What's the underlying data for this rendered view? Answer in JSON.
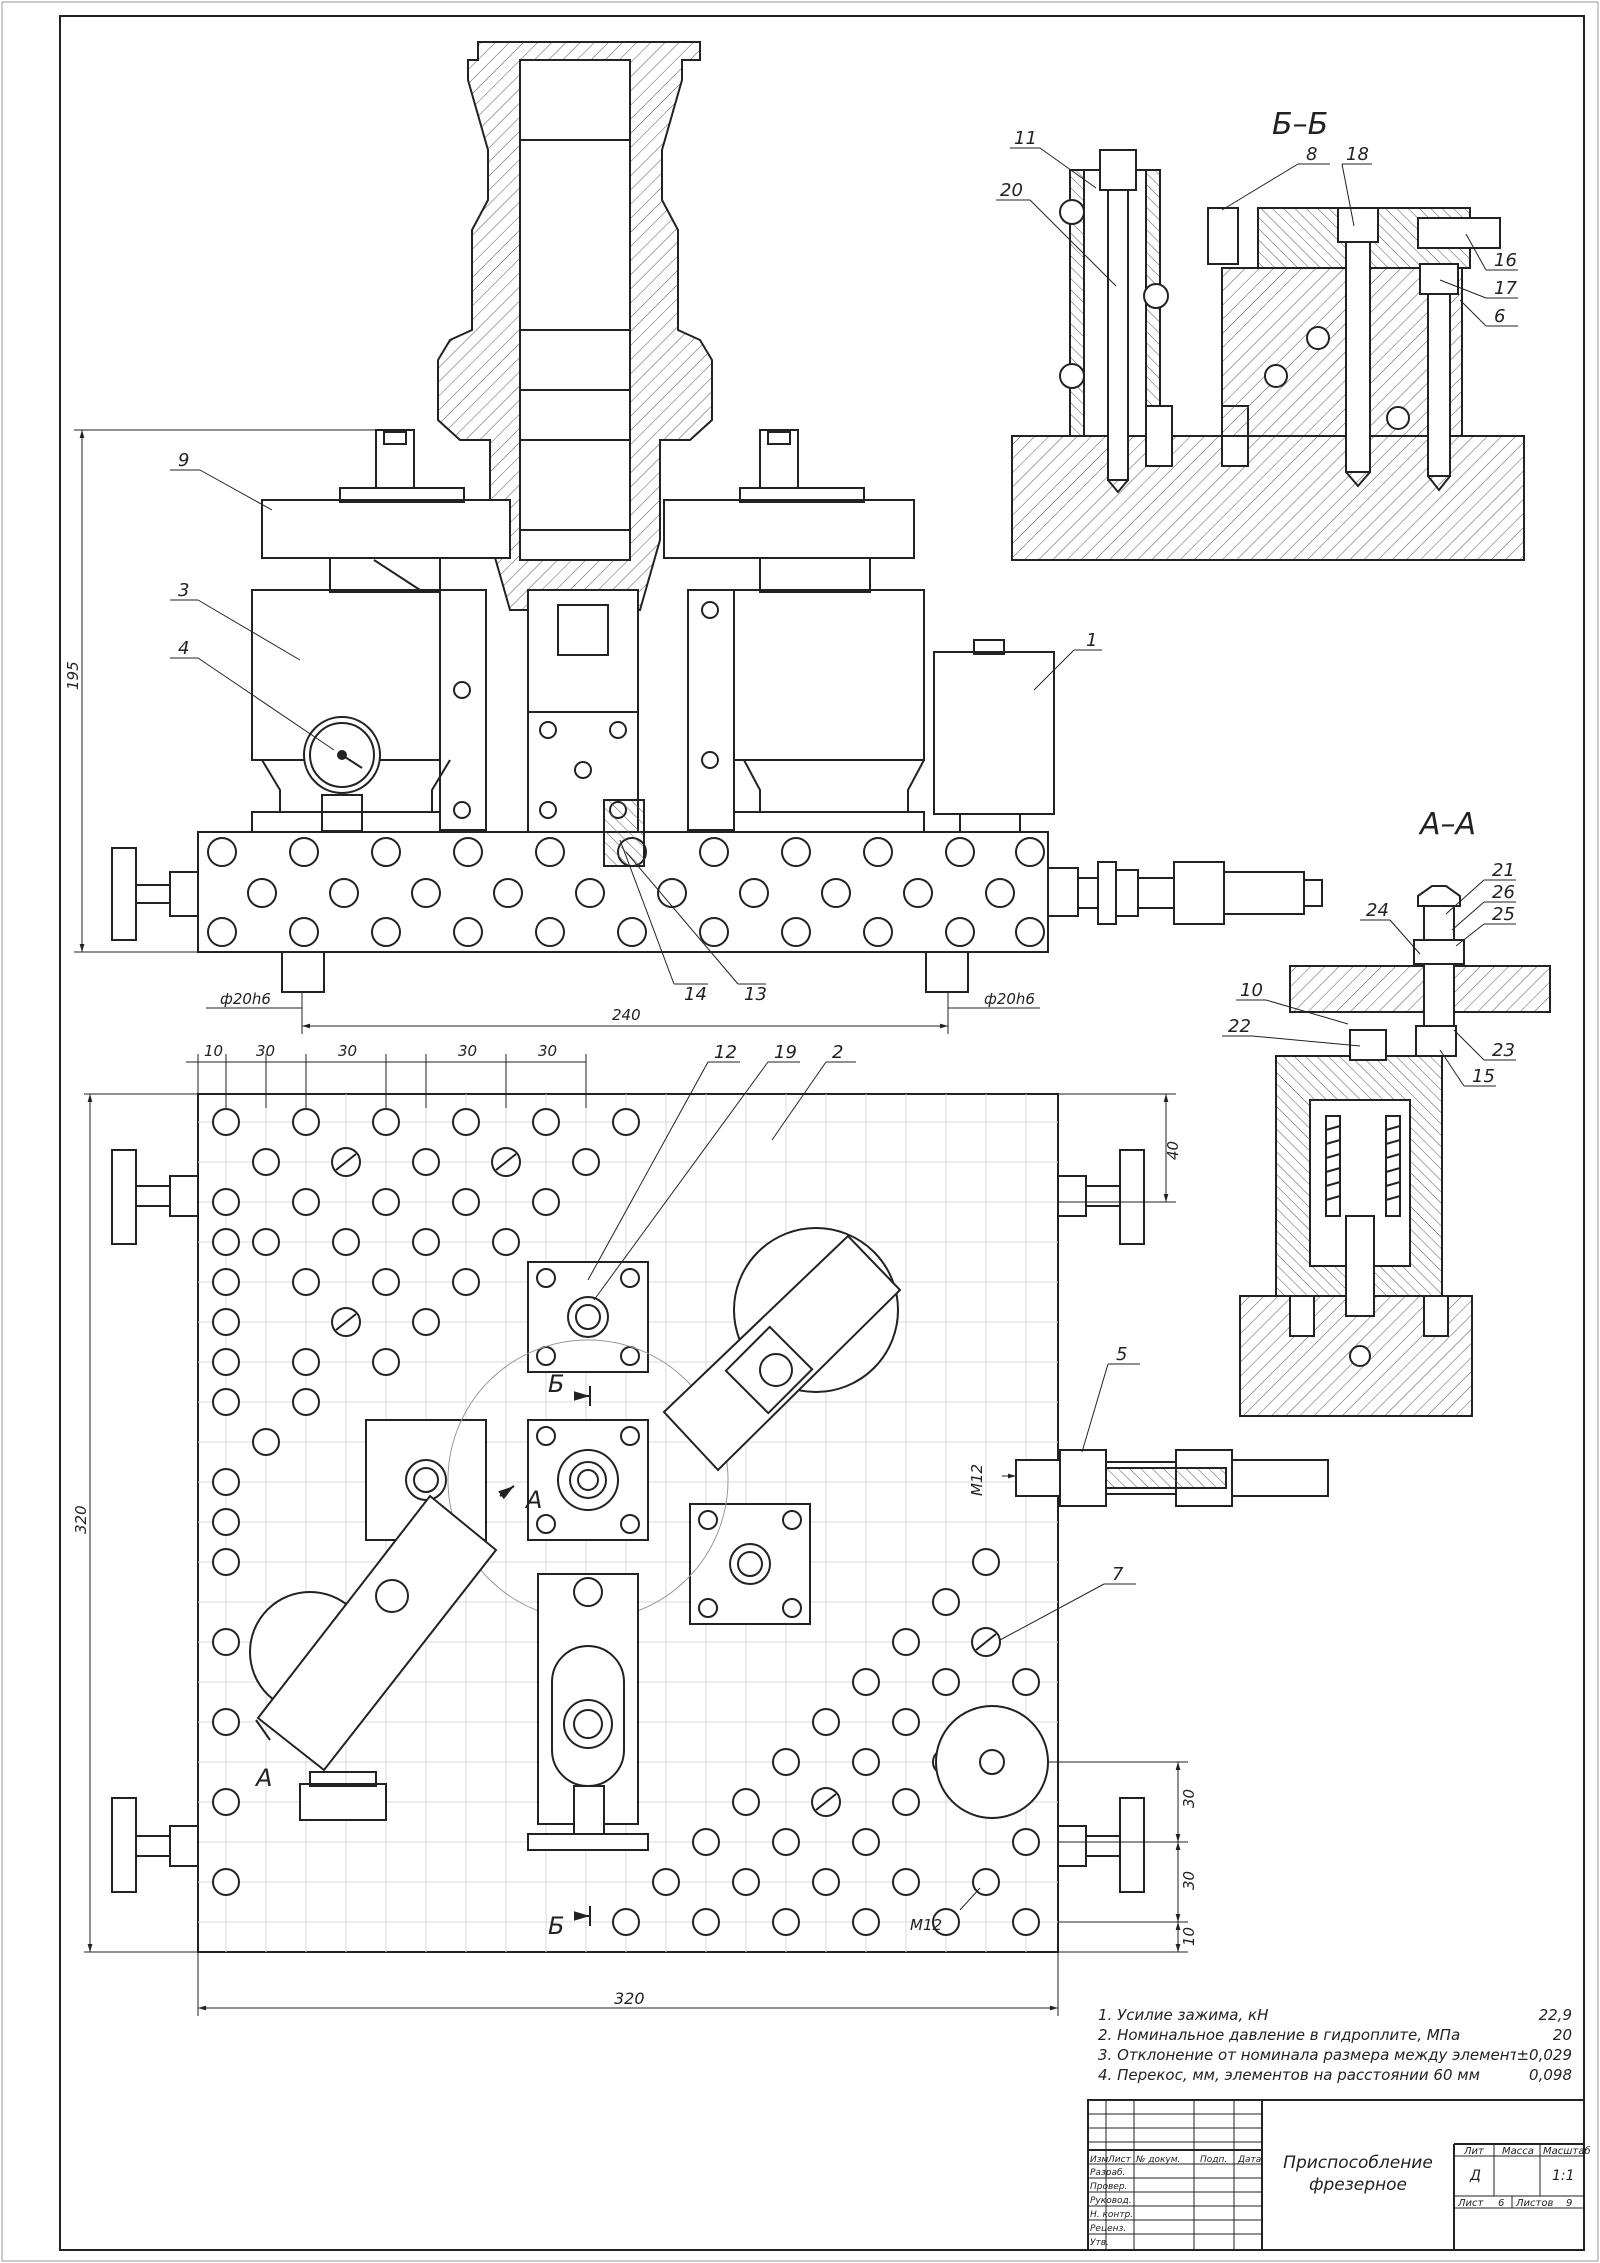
{
  "views": {
    "section_bb": "Б–Б",
    "section_aa": "А–А"
  },
  "callouts_main": [
    "9",
    "3",
    "4",
    "1",
    "14",
    "13",
    "12",
    "19",
    "2",
    "5",
    "7"
  ],
  "callouts_bb": [
    "11",
    "20",
    "8",
    "18",
    "16",
    "17",
    "6"
  ],
  "callouts_aa": [
    "24",
    "21",
    "26",
    "25",
    "10",
    "22",
    "23",
    "15"
  ],
  "dimensions": {
    "height_195": "195",
    "shaft_left": "ф20h6",
    "shaft_right": "ф20h6",
    "span_240": "240",
    "pitch": [
      "10",
      "30",
      "30",
      "30",
      "30"
    ],
    "offset_40": "40",
    "height_320": "320",
    "width_320": "320",
    "right_30a": "30",
    "right_30b": "30",
    "right_10": "10",
    "thread_m12_fitting": "M12",
    "thread_m12_plate": "M12"
  },
  "section_marks": {
    "a_top": "А",
    "a_bottom": "А",
    "b_top": "Б",
    "b_bottom": "Б"
  },
  "notes": [
    {
      "text": "1. Усилие зажима, кН",
      "value": "22,9"
    },
    {
      "text": "2. Номинальное давление в гидроплите, МПа",
      "value": "20"
    },
    {
      "text": "3. Отклонение от номинала размера между элементами,мм",
      "value": "±0,029"
    },
    {
      "text": "4. Перекос, мм, элементов на расстоянии 60 мм",
      "value": "0,098"
    }
  ],
  "title_block": {
    "title_line1": "Приспособление",
    "title_line2": "фрезерное",
    "col_lit": "Лит",
    "col_mass": "Масса",
    "col_scale": "Масштаб",
    "lit_value": "Д",
    "scale_value": "1:1",
    "sheet_label": "Лист",
    "sheet_value": "6",
    "sheets_label": "Листов",
    "sheets_value": "9",
    "row_headers": [
      "Изм",
      "Лист",
      "№ докум.",
      "Подп.",
      "Дата"
    ],
    "roles": [
      "Разраб.",
      "Провер.",
      "Руковод.",
      "Н. контр.",
      "Реценз.",
      "Утв."
    ]
  },
  "colors": {
    "line": "#222222",
    "grid": "#d9d9d9",
    "hatch": "#444444"
  }
}
